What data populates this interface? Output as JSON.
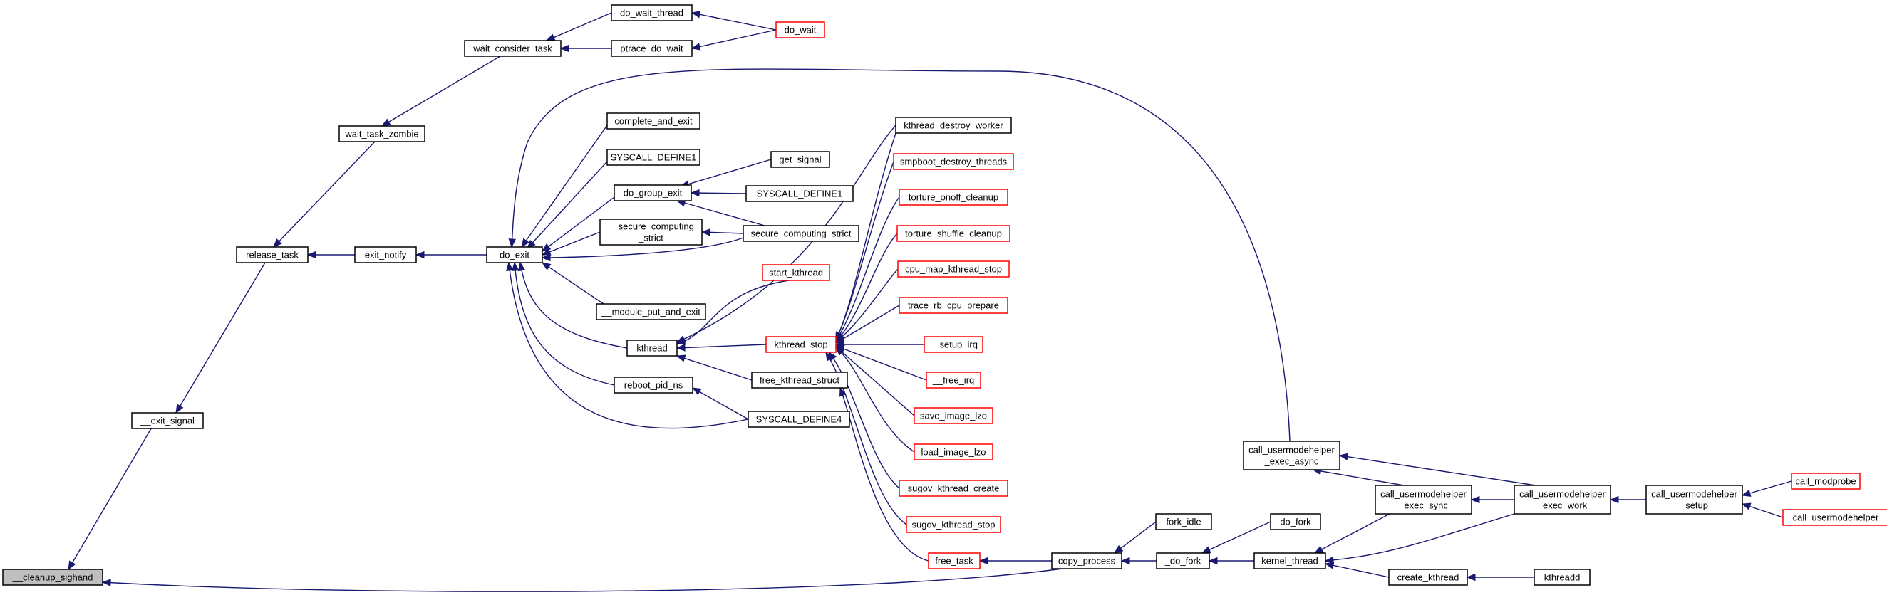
{
  "colors": {
    "edge": "#191970",
    "node_border": "#000000",
    "link_border": "#ff0000",
    "node_fill": "#ffffff",
    "root_fill": "#bfbfbf"
  },
  "nodes": {
    "cleanup_sighand": {
      "label": "__cleanup_sighand",
      "kind": "root"
    },
    "exit_signal": {
      "label": "__exit_signal",
      "kind": "normal"
    },
    "release_task": {
      "label": "release_task",
      "kind": "normal"
    },
    "wait_task_zombie": {
      "label": "wait_task_zombie",
      "kind": "normal"
    },
    "wait_consider_task": {
      "label": "wait_consider_task",
      "kind": "normal"
    },
    "do_wait_thread": {
      "label": "do_wait_thread",
      "kind": "normal"
    },
    "ptrace_do_wait": {
      "label": "ptrace_do_wait",
      "kind": "normal"
    },
    "do_wait": {
      "label": "do_wait",
      "kind": "truncated"
    },
    "exit_notify": {
      "label": "exit_notify",
      "kind": "normal"
    },
    "do_exit": {
      "label": "do_exit",
      "kind": "normal"
    },
    "complete_and_exit": {
      "label": "complete_and_exit",
      "kind": "normal"
    },
    "syscall_define1_a": {
      "label": "SYSCALL_DEFINE1",
      "kind": "normal"
    },
    "do_group_exit": {
      "label": "do_group_exit",
      "kind": "normal"
    },
    "get_signal": {
      "label": "get_signal",
      "kind": "normal"
    },
    "syscall_define1_b": {
      "label": "SYSCALL_DEFINE1",
      "kind": "normal"
    },
    "secure_computing_strict_inner": {
      "label": "__secure_computing",
      "label2": "_strict",
      "kind": "normal"
    },
    "secure_computing_strict": {
      "label": "secure_computing_strict",
      "kind": "normal"
    },
    "module_put_and_exit": {
      "label": "__module_put_and_exit",
      "kind": "normal"
    },
    "kthread": {
      "label": "kthread",
      "kind": "normal"
    },
    "start_kthread": {
      "label": "start_kthread",
      "kind": "truncated"
    },
    "kthread_stop": {
      "label": "kthread_stop",
      "kind": "truncated"
    },
    "free_kthread_struct": {
      "label": "free_kthread_struct",
      "kind": "normal"
    },
    "reboot_pid_ns": {
      "label": "reboot_pid_ns",
      "kind": "normal"
    },
    "syscall_define4": {
      "label": "SYSCALL_DEFINE4",
      "kind": "normal"
    },
    "kthread_destroy_worker": {
      "label": "kthread_destroy_worker",
      "kind": "normal"
    },
    "smpboot_destroy_threads": {
      "label": "smpboot_destroy_threads",
      "kind": "truncated"
    },
    "torture_onoff_cleanup": {
      "label": "torture_onoff_cleanup",
      "kind": "truncated"
    },
    "torture_shuffle_cleanup": {
      "label": "torture_shuffle_cleanup",
      "kind": "truncated"
    },
    "cpu_map_kthread_stop": {
      "label": "cpu_map_kthread_stop",
      "kind": "truncated"
    },
    "trace_rb_cpu_prepare": {
      "label": "trace_rb_cpu_prepare",
      "kind": "truncated"
    },
    "setup_irq": {
      "label": "__setup_irq",
      "kind": "truncated"
    },
    "free_irq": {
      "label": "__free_irq",
      "kind": "truncated"
    },
    "save_image_lzo": {
      "label": "save_image_lzo",
      "kind": "truncated"
    },
    "load_image_lzo": {
      "label": "load_image_lzo",
      "kind": "truncated"
    },
    "sugov_kthread_create": {
      "label": "sugov_kthread_create",
      "kind": "truncated"
    },
    "sugov_kthread_stop": {
      "label": "sugov_kthread_stop",
      "kind": "truncated"
    },
    "free_task": {
      "label": "free_task",
      "kind": "truncated"
    },
    "copy_process": {
      "label": "copy_process",
      "kind": "normal"
    },
    "fork_idle": {
      "label": "fork_idle",
      "kind": "normal"
    },
    "do_fork_inner": {
      "label": "_do_fork",
      "kind": "normal"
    },
    "do_fork": {
      "label": "do_fork",
      "kind": "normal"
    },
    "kernel_thread": {
      "label": "kernel_thread",
      "kind": "normal"
    },
    "create_kthread": {
      "label": "create_kthread",
      "kind": "normal"
    },
    "kthreadd": {
      "label": "kthreadd",
      "kind": "normal"
    },
    "umh_exec_async": {
      "label": "call_usermodehelper",
      "label2": "_exec_async",
      "kind": "normal"
    },
    "umh_exec_sync": {
      "label": "call_usermodehelper",
      "label2": "_exec_sync",
      "kind": "normal"
    },
    "umh_exec_work": {
      "label": "call_usermodehelper",
      "label2": "_exec_work",
      "kind": "normal"
    },
    "umh_setup": {
      "label": "call_usermodehelper",
      "label2": "_setup",
      "kind": "normal"
    },
    "call_modprobe": {
      "label": "call_modprobe",
      "kind": "truncated"
    },
    "call_usermodehelper": {
      "label": "call_usermodehelper",
      "kind": "truncated"
    }
  }
}
